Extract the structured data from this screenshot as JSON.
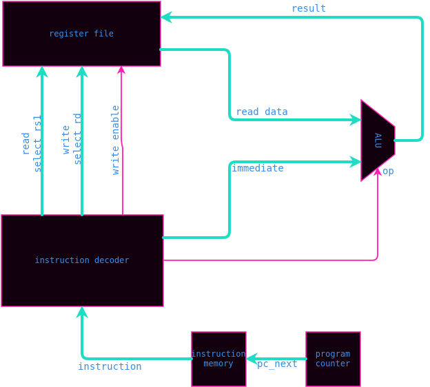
{
  "blocks": {
    "register_file": "register file",
    "alu": "ALU",
    "instruction_decoder": "instruction decoder",
    "instruction_memory_line1": "instruction",
    "instruction_memory_line2": "memory",
    "program_counter_line1": "program",
    "program_counter_line2": "counter"
  },
  "signals": {
    "result": "result",
    "read_data": "read data",
    "immediate": "immediate",
    "op": "op",
    "read_select_line1": "read",
    "read_select_line2": "select rs1",
    "write_select_line1": "write",
    "write_select_line2": "select rd",
    "write_enable": "write enable",
    "instruction": "instruction",
    "pc_next": "pc_next"
  },
  "colors": {
    "block_fill": "#12000f",
    "block_border": "#ff1fb4",
    "data_wire": "#1fdcc4",
    "control_wire": "#ff1fb4",
    "label_text": "#3a8ee6"
  }
}
